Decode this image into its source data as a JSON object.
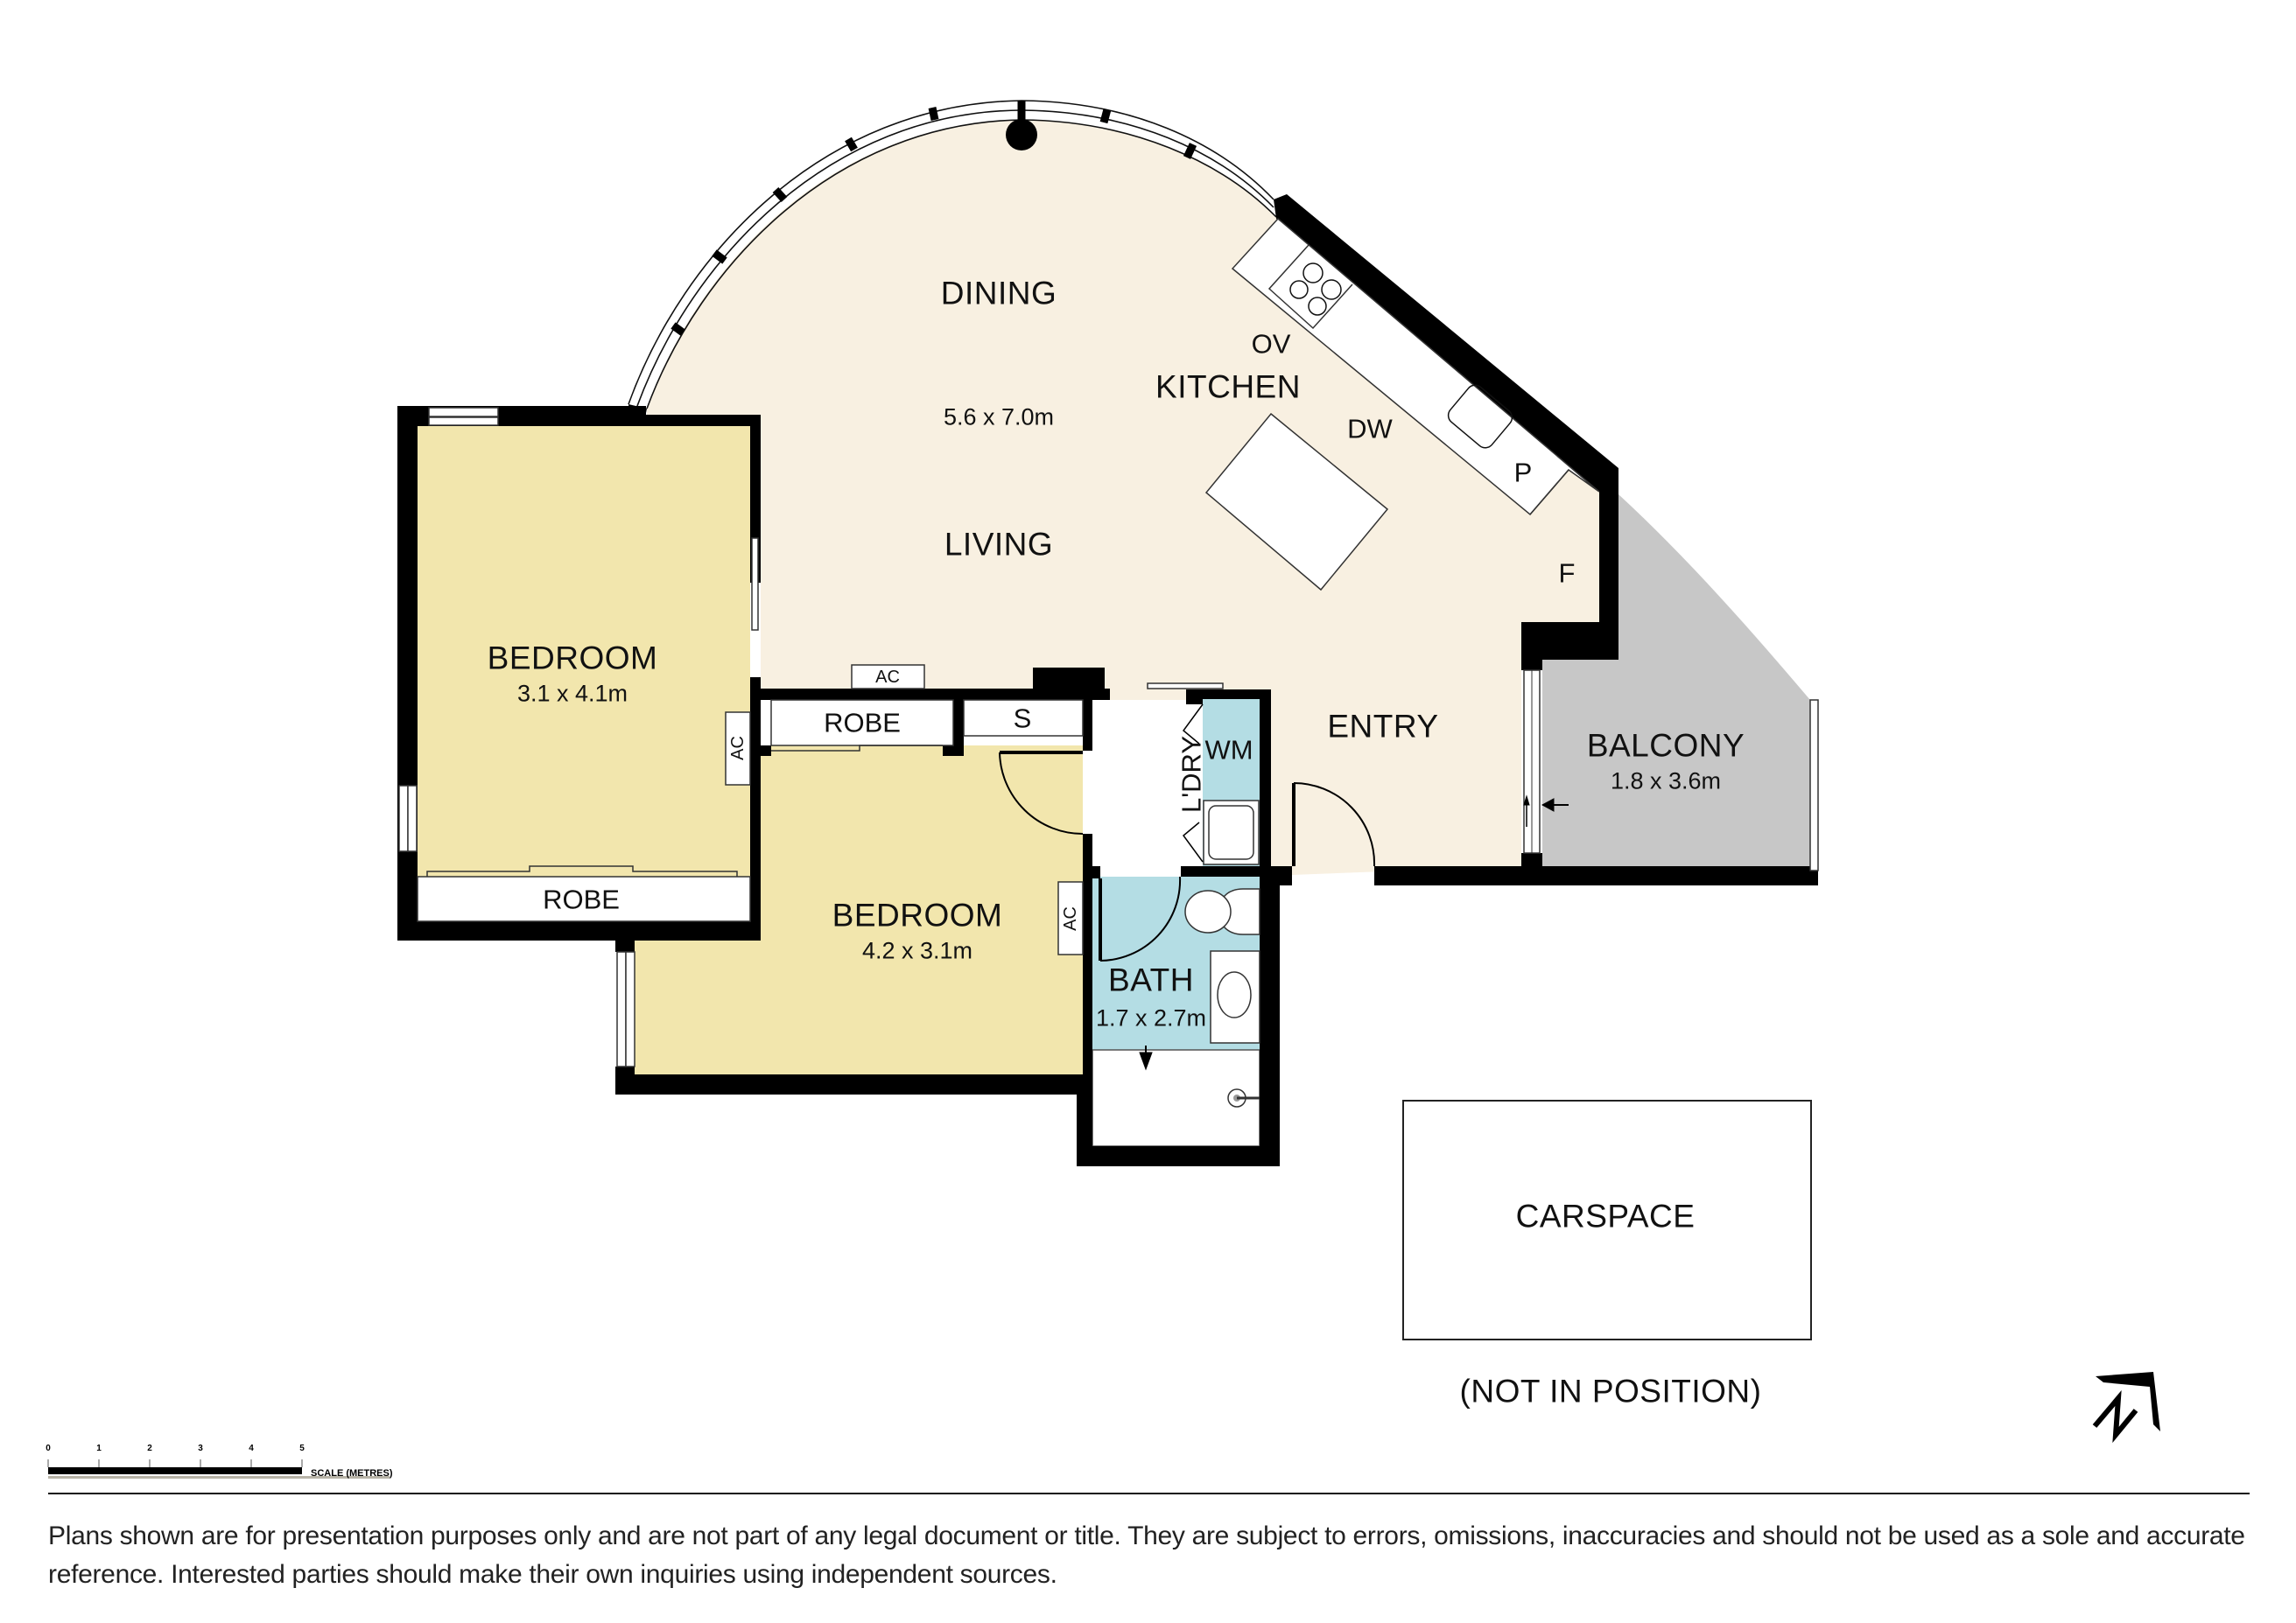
{
  "rooms": {
    "dining": {
      "label": "DINING"
    },
    "living": {
      "label": "LIVING",
      "dimensions": "5.6 x 7.0m"
    },
    "kitchen": {
      "label": "KITCHEN",
      "oven": "OV",
      "dishwasher": "DW",
      "pantry": "P",
      "fridge": "F"
    },
    "bedroom_1": {
      "label": "BEDROOM",
      "dimensions": "3.1 x 4.1m",
      "robe": "ROBE",
      "ac": "AC"
    },
    "bedroom_2": {
      "label": "BEDROOM",
      "dimensions": "4.2 x 3.1m",
      "robe": "ROBE",
      "storage": "S",
      "ac": "AC"
    },
    "living_ac": {
      "label": "AC"
    },
    "laundry": {
      "label": "L'DRY",
      "washing_machine": "WM"
    },
    "bath": {
      "label": "BATH",
      "dimensions": "1.7 x 2.7m"
    },
    "entry": {
      "label": "ENTRY"
    },
    "balcony": {
      "label": "BALCONY",
      "dimensions": "1.8 x 3.6m"
    },
    "carspace": {
      "label": "CARSPACE",
      "note": "(NOT IN POSITION)"
    }
  },
  "scale_bar": {
    "ticks": [
      "0",
      "1",
      "2",
      "3",
      "4",
      "5"
    ],
    "label": "SCALE (METRES)"
  },
  "compass": {
    "icon": "north-arrow-icon",
    "direction": "N"
  },
  "colors": {
    "living_floor": "#f8f0e1",
    "bedroom_floor": "#f2e6ad",
    "wet_area_floor": "#b4dde4",
    "balcony_floor": "#c7c7c7",
    "wall": "#000000"
  },
  "disclaimer": "Plans shown are for presentation purposes only and are not part of any legal document or title. They are subject to errors, omissions, inaccuracies and should not be used as a sole and accurate reference. Interested parties should make their own inquiries using independent sources."
}
